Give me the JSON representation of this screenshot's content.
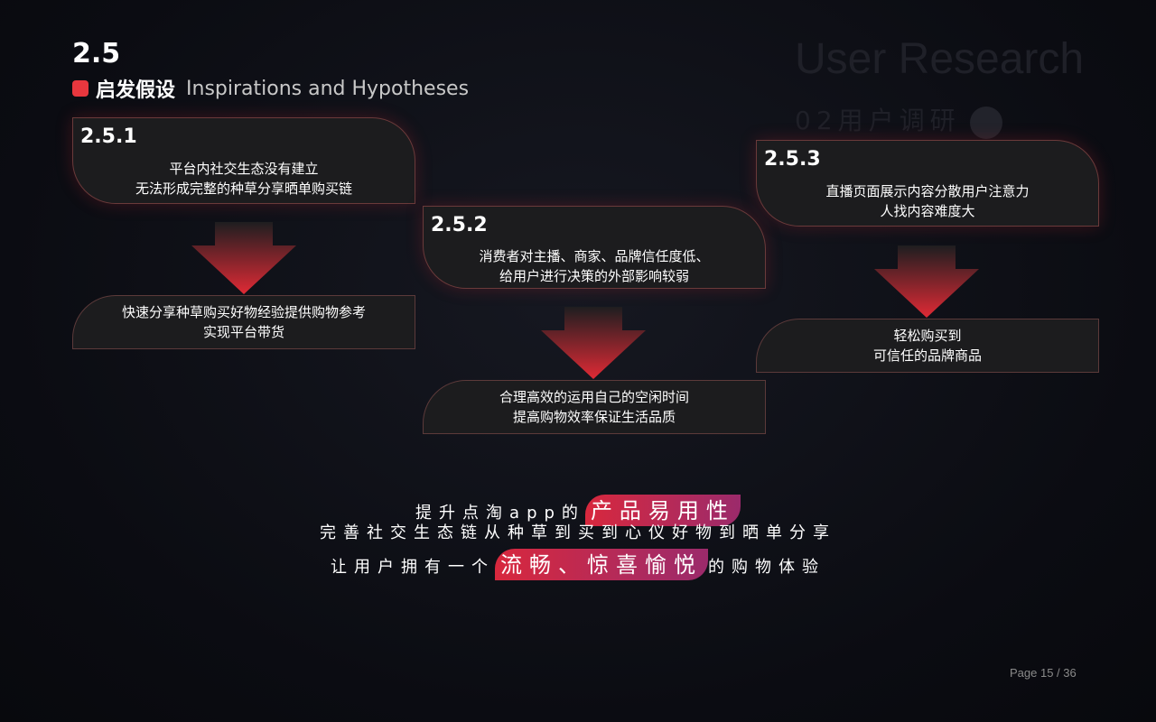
{
  "header": {
    "section_number": "2.5",
    "title_cn": "启发假设",
    "title_en": "Inspirations and Hypotheses",
    "ghost_title": "User Research",
    "ghost_subtitle": "02用户调研"
  },
  "hypotheses": [
    {
      "number": "2.5.1",
      "problem": [
        "平台内社交生态没有建立",
        "无法形成完整的种草分享晒单购买链"
      ],
      "result": [
        "快速分享种草购买好物经验提供购物参考",
        "实现平台带货"
      ]
    },
    {
      "number": "2.5.2",
      "problem": [
        "消费者对主播、商家、品牌信任度低、",
        "给用户进行决策的外部影响较弱"
      ],
      "result": [
        "合理高效的运用自己的空闲时间",
        "提高购物效率保证生活品质"
      ]
    },
    {
      "number": "2.5.3",
      "problem": [
        "直播页面展示内容分散用户注意力",
        "人找内容难度大"
      ],
      "result": [
        "轻松购买到",
        "可信任的品牌商品"
      ]
    }
  ],
  "conclusion": {
    "line1_pre": "提升点淘app的",
    "line1_highlight": "产品易用性",
    "line2": "完善社交生态链从种草到买到心仪好物到晒单分享",
    "line3_pre": "让用户拥有一个",
    "line3_highlight": "流畅、惊喜愉悦",
    "line3_post": "的购物体验"
  },
  "footer": {
    "page": "Page 15 / 36"
  },
  "colors": {
    "accent": "#e8373e",
    "card_bg": "#1c1c1e",
    "arrow_top": "#1e1e20",
    "arrow_bottom": "#e02a35"
  },
  "icons": {
    "arrow": "arrow-down-icon"
  }
}
